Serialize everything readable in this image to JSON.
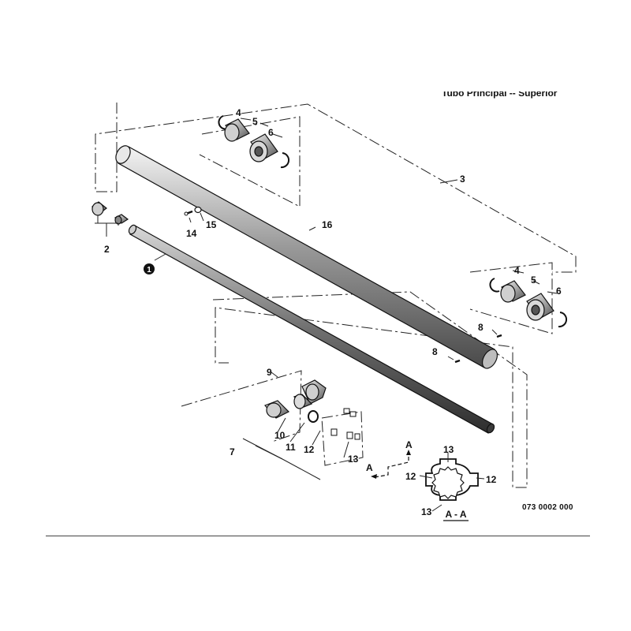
{
  "diagram": {
    "title": "Tubo Principal -- Superior",
    "document_number": "073 0002 000",
    "section_label": "A - A",
    "section_arrow_label": "A",
    "callouts": {
      "c1": "1",
      "c2": "2",
      "c3": "3",
      "c4": "4",
      "c5": "5",
      "c6": "6",
      "c7": "7",
      "c8": "8",
      "c9": "9",
      "c10": "10",
      "c11": "11",
      "c12": "12",
      "c13": "13",
      "c14": "14",
      "c15": "15",
      "c16": "16"
    }
  }
}
